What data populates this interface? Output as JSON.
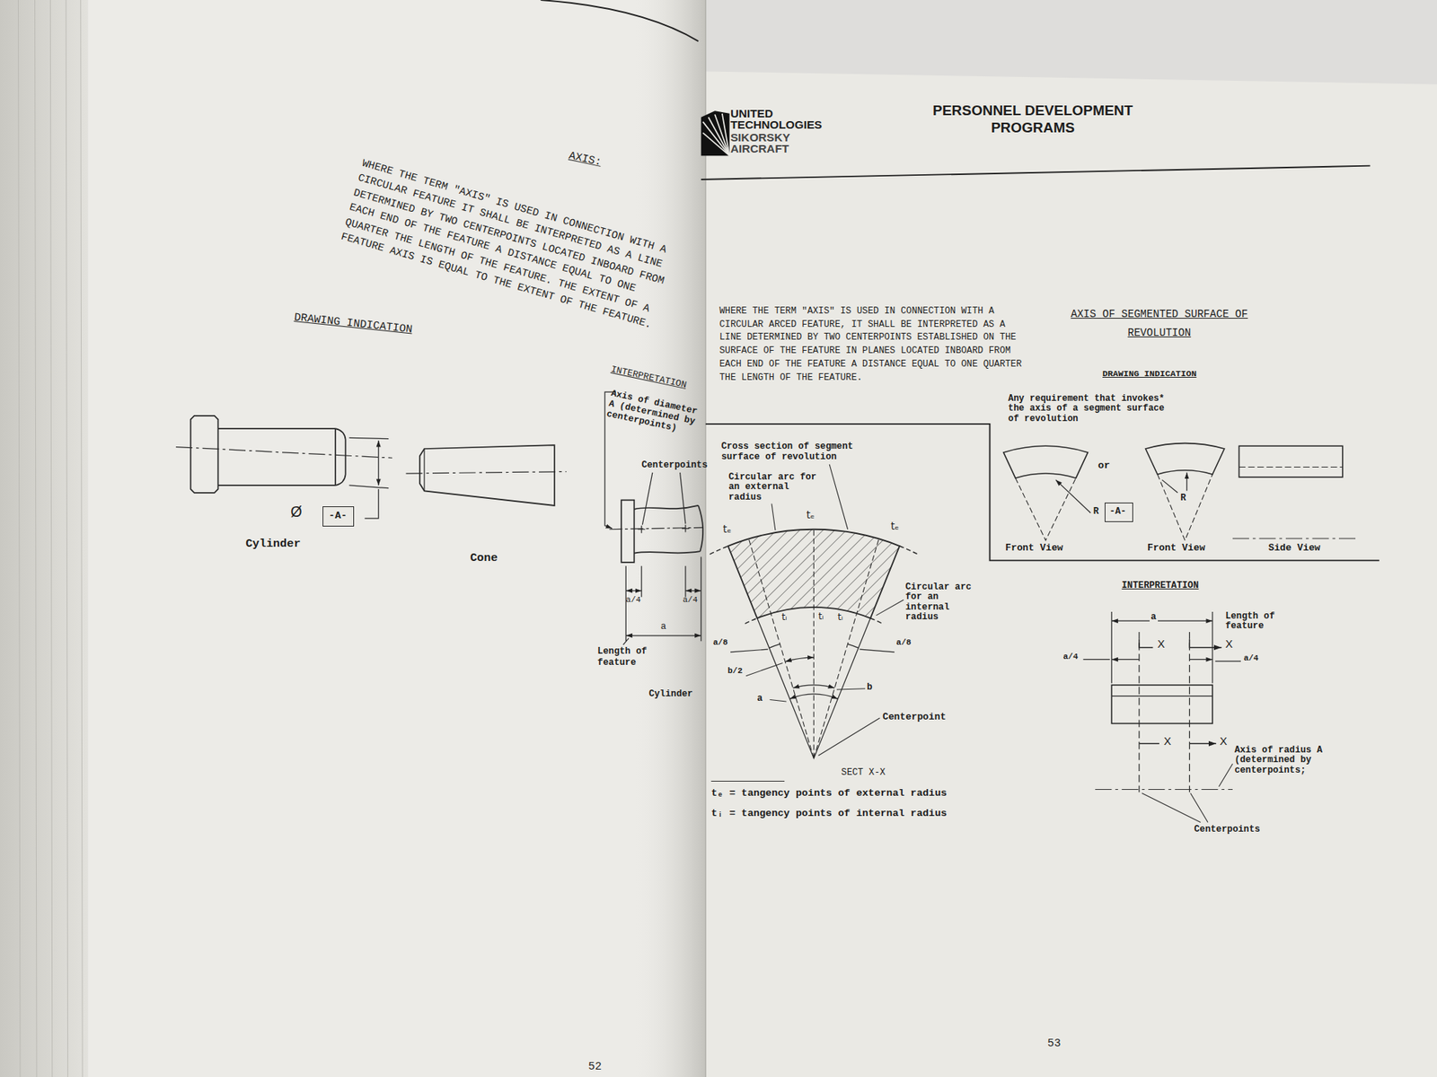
{
  "diagram": {
    "title": "AXIS:",
    "nodes": [
      {
        "text": [
          "-A-"
        ]
      },
      {
        "text": [
          "-A-"
        ]
      }
    ],
    "labels": [
      "WHERE THE TERM \"AXIS\" IS USED IN CONNECTION WITH A CIRCULAR FEATURE IT SHALL BE INTERPRETED AS A LINE DETERMINED BY TWO CENTERPOINTS LOCATED INBOARD FROM EACH END OF THE FEATURE A DISTANCE EQUAL TO ONE QUARTER THE LENGTH OF THE FEATURE. THE EXTENT OF A FEATURE AXIS IS EQUAL TO THE EXTENT OF THE FEATURE.",
      "DRAWING INDICATION",
      "Ø",
      "Cylinder",
      "Cone",
      "INTERPRETATION",
      "Axis of diameter A (determined by centerpoints)",
      "Centerpoints",
      "a/4",
      "a/4",
      "a",
      "Length of feature",
      "Cylinder",
      "52",
      "UNITED TECHNOLOGIES",
      "SIKORSKY AIRCRAFT",
      "PERSONNEL DEVELOPMENT PROGRAMS",
      "WHERE THE TERM \"AXIS\" IS USED IN CONNECTION WITH A CIRCULAR ARCED FEATURE, IT SHALL BE INTERPRETED AS A LINE DETERMINED BY TWO CENTERPOINTS ESTABLISHED ON THE SURFACE OF THE FEATURE IN PLANES LOCATED INBOARD FROM EACH END OF THE FEATURE A DISTANCE EQUAL TO ONE QUARTER THE LENGTH OF THE FEATURE.",
      "Cross section of segment surface of revolution",
      "Circular arc for an external radius",
      "tₑ",
      "tₑ",
      "tₑ",
      "tᵢ",
      "tᵢ",
      "tᵢ",
      "a/8",
      "a/8",
      "b/2",
      "a",
      "b",
      "Circular arc for an internal radius",
      "Centerpoint",
      "SECT X-X",
      "tₑ = tangency points of external radius",
      "tᵢ = tangency points of internal radius",
      "AXIS OF SEGMENTED SURFACE OF REVOLUTION",
      "DRAWING INDICATION",
      "Any requirement that invokes* the axis of a segment surface of revolution",
      "or",
      "R",
      "R",
      "Front View",
      "Front View",
      "Side View",
      "INTERPRETATION",
      "a",
      "Length of feature",
      "a/4",
      "a/4",
      "X",
      "X",
      "X",
      "X",
      "Axis of radius A (determined by centerpoints;",
      "Centerpoints",
      "53"
    ]
  }
}
